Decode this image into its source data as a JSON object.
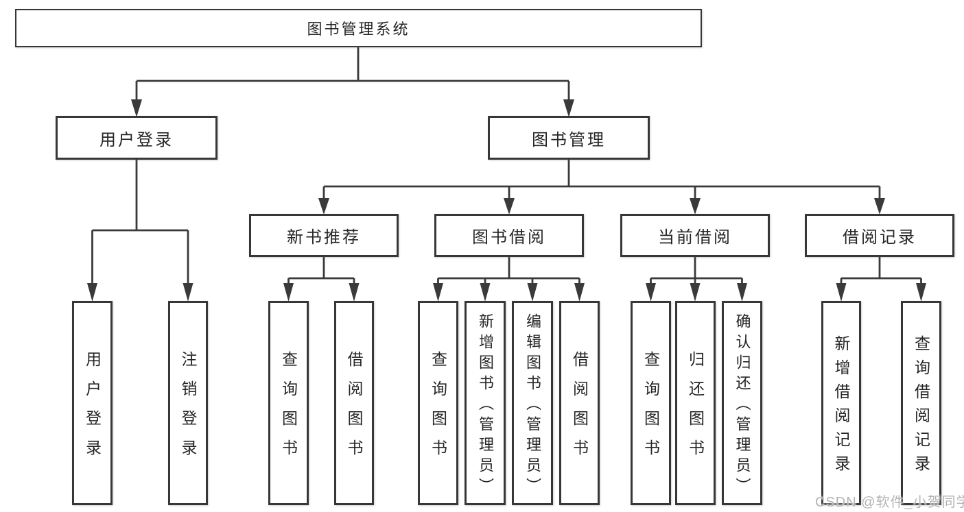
{
  "diagram": {
    "root": "图书管理系统",
    "user": {
      "label": "用户登录",
      "leaves": [
        "用户登录",
        "注销登录"
      ]
    },
    "mgmt": {
      "label": "图书管理",
      "groups": [
        {
          "label": "新书推荐",
          "leaves": [
            "查询图书",
            "借阅图书"
          ]
        },
        {
          "label": "图书借阅",
          "leaves": [
            "查询图书",
            "新增图书（管理员）",
            "编辑图书（管理员）",
            "借阅图书"
          ]
        },
        {
          "label": "当前借阅",
          "leaves": [
            "查询图书",
            "归还图书",
            "确认归还（管理员）"
          ]
        },
        {
          "label": "借阅记录",
          "leaves": [
            "新增借阅记录",
            "查询借阅记录"
          ]
        }
      ]
    }
  },
  "watermark": "CSDN @软件_小贺同学",
  "colors": {
    "background": "#ffffff",
    "line": "#3a3a3a",
    "box_border": "#373737",
    "text": "#262626",
    "watermark": "#b4b4b4"
  }
}
